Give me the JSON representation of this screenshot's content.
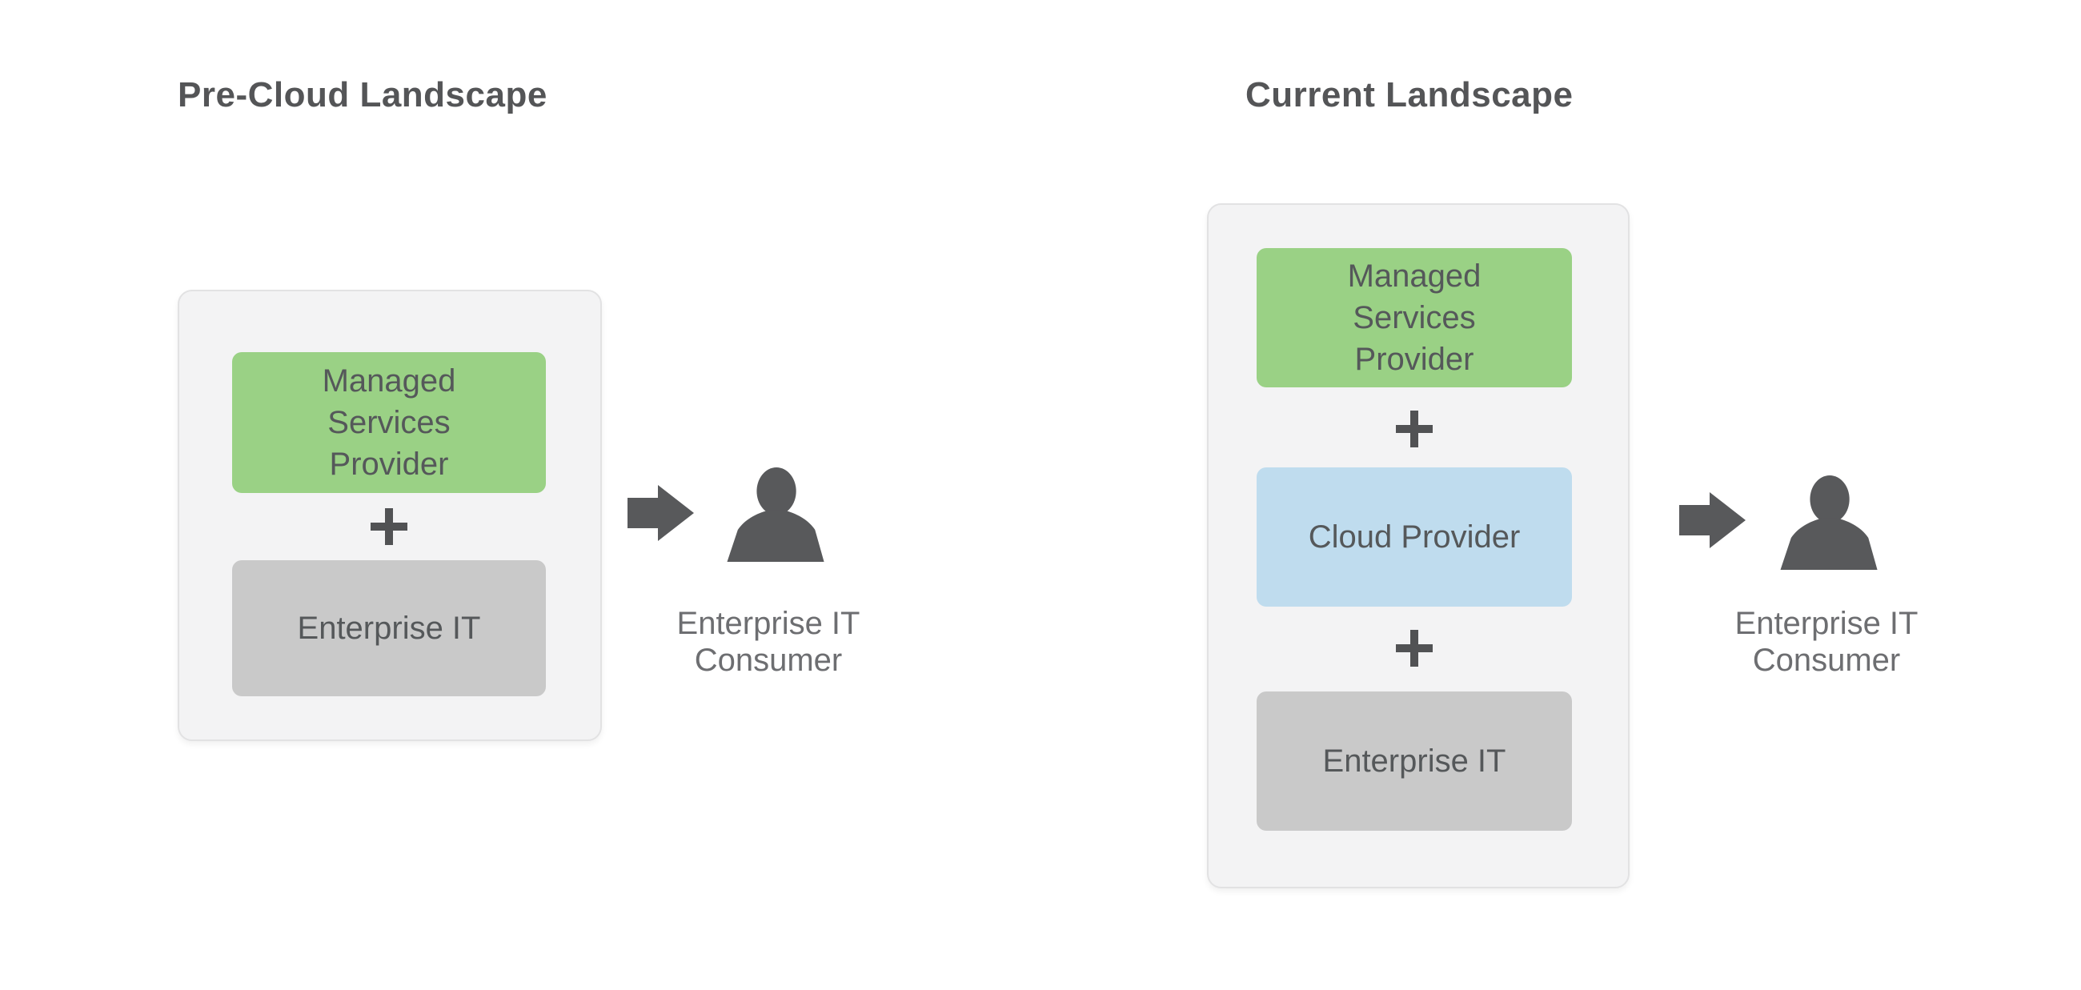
{
  "diagram": {
    "background": "#ffffff",
    "colors": {
      "container_bg": "#f3f3f4",
      "container_border": "#e2e2e3",
      "provider_green": "#9ad185",
      "cloud_blue": "#bfdcee",
      "enterprise_gray": "#c9c9c9",
      "box_text": "#55585a",
      "title_text": "#545557",
      "caption_text": "#6d6e71",
      "icon_gray": "#58595b"
    },
    "icons": {
      "plus": "+",
      "arrow_right": "right-block-arrow",
      "person": "person-silhouette"
    },
    "left": {
      "title": "Pre-Cloud Landscape",
      "container": {
        "provider_box": {
          "lines": [
            "Managed",
            "Services",
            "Provider"
          ]
        },
        "plus": "+",
        "enterprise_box": {
          "label": "Enterprise IT"
        }
      },
      "consumer_caption": {
        "lines": [
          "Enterprise IT",
          "Consumer"
        ]
      }
    },
    "right": {
      "title": "Current Landscape",
      "container": {
        "provider_box": {
          "lines": [
            "Managed",
            "Services",
            "Provider"
          ]
        },
        "plus_top": "+",
        "cloud_box": {
          "label": "Cloud Provider"
        },
        "plus_bottom": "+",
        "enterprise_box": {
          "label": "Enterprise IT"
        }
      },
      "consumer_caption": {
        "lines": [
          "Enterprise IT",
          "Consumer"
        ]
      }
    }
  }
}
